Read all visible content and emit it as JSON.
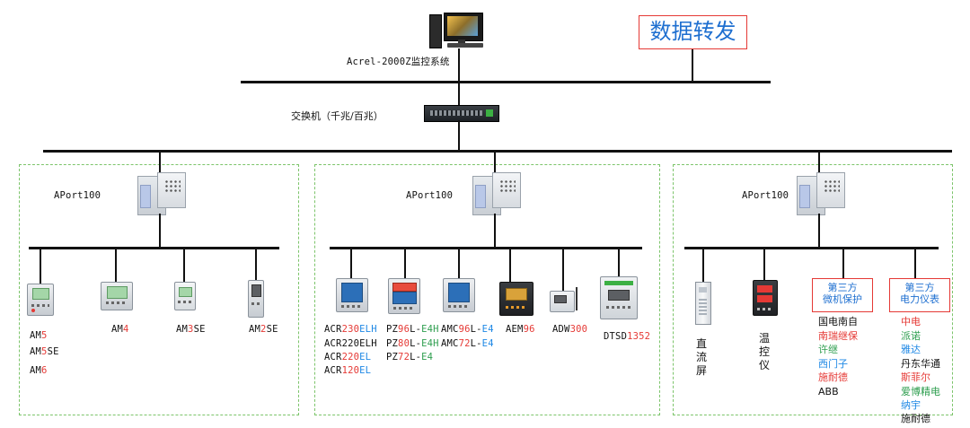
{
  "title": "数据转发",
  "top_system_label": "Acrel-2000Z监控系统",
  "switch_label": "交换机（千兆/百兆）",
  "gateways": [
    "APort100",
    "APort100",
    "APort100"
  ],
  "group1": {
    "am5": [
      "AM",
      "5"
    ],
    "am5se": [
      "AM",
      "5",
      "SE"
    ],
    "am6": [
      "AM",
      "6"
    ],
    "am4": [
      "AM",
      "4"
    ],
    "am3se": [
      "AM",
      "3",
      "SE"
    ],
    "am2se": [
      "AM",
      "2",
      "SE"
    ]
  },
  "group2": {
    "acr_lines": [
      [
        "ACR",
        "230",
        "ELH"
      ],
      [
        "ACR",
        "220",
        "ELH"
      ],
      [
        "ACR",
        "220",
        "EL"
      ],
      [
        "ACR",
        "120",
        "EL"
      ]
    ],
    "pz_lines": [
      [
        "PZ",
        "96",
        "L-",
        "E4H"
      ],
      [
        "PZ",
        "80",
        "L-",
        "E4H"
      ],
      [
        "PZ",
        "72",
        "L-",
        "E4"
      ]
    ],
    "amc_lines": [
      [
        "AMC",
        "96",
        "L-",
        "E4"
      ],
      [
        "AMC",
        "72",
        "L-",
        "E4"
      ]
    ],
    "aem": [
      "AEM",
      "96"
    ],
    "adw": [
      "ADW",
      "300"
    ],
    "dtsd": [
      "DTSD",
      "1352"
    ]
  },
  "group3": {
    "dc_screen": "直流屏",
    "temp_ctrl": "温控仪",
    "box1": [
      "第三方",
      "微机保护"
    ],
    "box2": [
      "第三方",
      "电力仪表"
    ],
    "protect_vendors": [
      "国电南自",
      "南瑞继保",
      "许继",
      "西门子",
      "施耐德",
      "ABB"
    ],
    "meter_vendors": [
      "中电",
      "派诺",
      "雅达",
      "丹东华通",
      "斯菲尔",
      "爱博精电",
      "纳宇",
      "施耐德"
    ]
  }
}
